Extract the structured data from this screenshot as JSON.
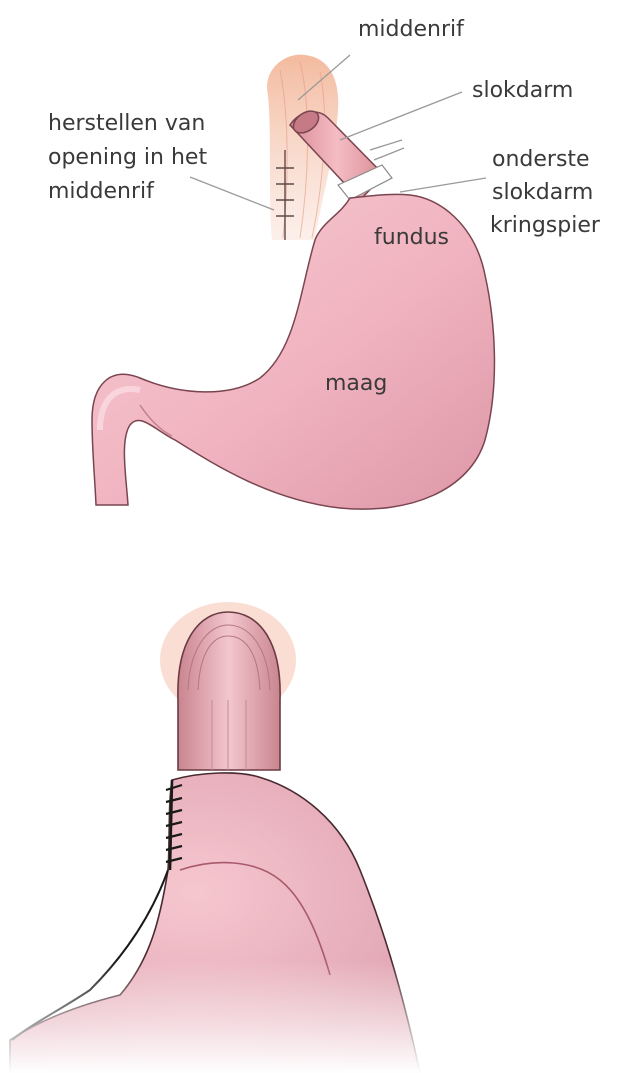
{
  "labels": {
    "middenrif_top": "middenrif",
    "slokdarm": "slokdarm",
    "herstellen_line1": "herstellen van",
    "herstellen_line2": "opening in het",
    "herstellen_line3": "middenrif",
    "onderste_line1": "onderste",
    "onderste_line2": "slokdarm",
    "onderste_line3": "kringspier",
    "fundus": "fundus",
    "maag": "maag"
  },
  "colors": {
    "stomach": "#f1b7c1",
    "stomach_shade": "#d98f9e",
    "diaphragm": "#efb49a",
    "outline": "#6b3a44",
    "suture": "#1a1a1a",
    "sphincter_band": "#ffffff"
  }
}
